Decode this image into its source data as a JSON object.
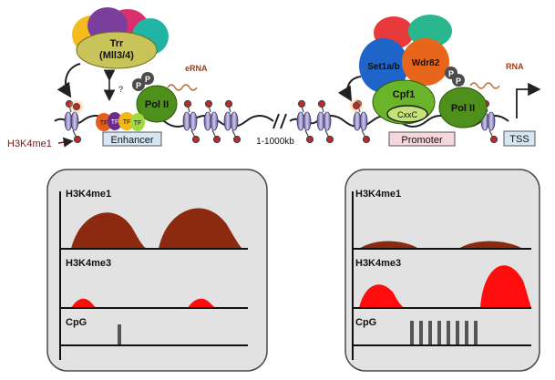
{
  "top": {
    "enhancer_complex": {
      "trr_line1": "Trr",
      "trr_line2": "(Mll3/4)",
      "question": "?",
      "pol2": "Pol II",
      "p": "P",
      "tf": "TF",
      "erna": "eRNA"
    },
    "h3k4me1_pointer": "H3K4me1",
    "enhancer_box": "Enhancer",
    "distance": "1-1000kb",
    "promoter_complex": {
      "set1": "Set1a/b",
      "wdr82": "Wdr82",
      "cpf1": "Cpf1",
      "cxxc": "CxxC",
      "pol2": "Pol II",
      "p": "P",
      "rna": "RNA"
    },
    "promoter_box": "Promoter",
    "tss_box": "TSS"
  },
  "panels": {
    "enhancer": {
      "track1": "H3K4me1",
      "track2": "H3K4me3",
      "track3": "CpG"
    },
    "promoter": {
      "track1": "H3K4me1",
      "track2": "H3K4me3",
      "track3": "CpG"
    }
  },
  "colors": {
    "peak_dark": "#8b2a10",
    "peak_red": "#ff0d0d",
    "panel_bg": "#e2e2e2",
    "pol2": "#4f8f1c",
    "set1": "#1f64c8",
    "wdr82": "#e8661b",
    "trr": "#c8c45a",
    "box_blue": "#d7e6f3",
    "box_pink": "#f6d6dd",
    "nucleosome": "#9c95c6",
    "histone_mark": "#c6282a"
  }
}
